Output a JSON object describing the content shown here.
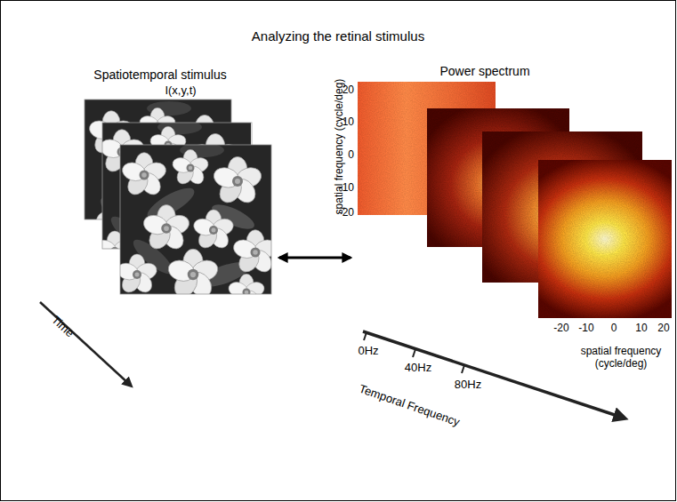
{
  "diagram": {
    "title": "Analyzing the retinal stimulus",
    "labels": [
      "Spatiotemporal stimulus",
      "Power spectrum",
      "I(x,y,t)",
      "Time",
      "spatial frequency (cycle/deg)",
      "20",
      "10",
      "0",
      "-10",
      "-20",
      "0Hz",
      "40Hz",
      "80Hz",
      "Temporal Frequency",
      "-20",
      "-10",
      "0",
      "10",
      "20",
      "spatial frequency (cycle/deg)"
    ]
  }
}
